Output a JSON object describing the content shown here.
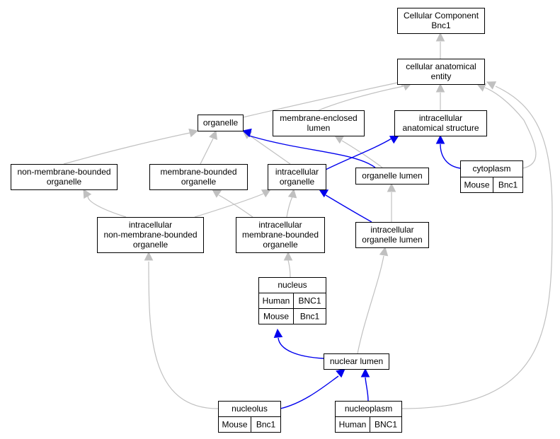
{
  "colors": {
    "human": "#ff6347",
    "mouse": "#add8e6",
    "edge_is_a": "#c0c0c0",
    "edge_part_of": "#0000ee"
  },
  "nodes": {
    "root": [
      "Cellular Component",
      "Bnc1"
    ],
    "cae": [
      "cellular anatomical",
      "entity"
    ],
    "organelle": [
      "organelle"
    ],
    "mel": [
      "membrane-enclosed",
      "lumen"
    ],
    "ias": [
      "intracellular",
      "anatomical structure"
    ],
    "nmbo": [
      "non-membrane-bounded",
      "organelle"
    ],
    "mbo": [
      "membrane-bounded",
      "organelle"
    ],
    "io": [
      "intracellular",
      "organelle"
    ],
    "ol": [
      "organelle lumen"
    ],
    "cyto": [
      "cytoplasm"
    ],
    "inmbo": [
      "intracellular",
      "non-membrane-bounded",
      "organelle"
    ],
    "imbo": [
      "intracellular",
      "membrane-bounded",
      "organelle"
    ],
    "iol": [
      "intracellular",
      "organelle lumen"
    ],
    "nucleus": [
      "nucleus"
    ],
    "nl": [
      "nuclear lumen"
    ],
    "nucleolus": [
      "nucleolus"
    ],
    "nucleoplasm": [
      "nucleoplasm"
    ]
  },
  "tags": {
    "cyto": [
      {
        "species": "Mouse",
        "gene": "Bnc1"
      }
    ],
    "nucleus": [
      {
        "species": "Human",
        "gene": "BNC1"
      },
      {
        "species": "Mouse",
        "gene": "Bnc1"
      }
    ],
    "nucleolus": [
      {
        "species": "Mouse",
        "gene": "Bnc1"
      }
    ],
    "nucleoplasm": [
      {
        "species": "Human",
        "gene": "BNC1"
      }
    ]
  }
}
